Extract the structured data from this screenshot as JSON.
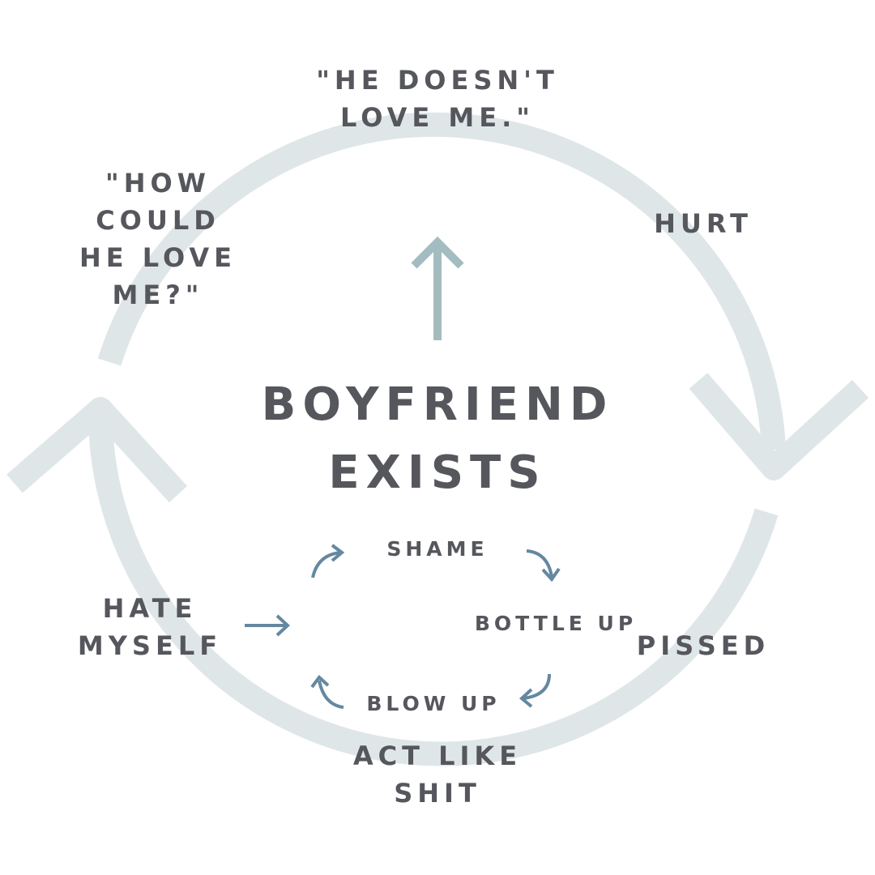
{
  "center_title": {
    "line1": "BOYFRIEND",
    "line2": "EXISTS"
  },
  "outer_cycle": [
    {
      "id": "he-doesnt-love-me",
      "lines": [
        "\"HE DOESN'T",
        "LOVE ME.\""
      ]
    },
    {
      "id": "hurt",
      "lines": [
        "HURT"
      ]
    },
    {
      "id": "pissed",
      "lines": [
        "PISSED"
      ]
    },
    {
      "id": "act-like-shit",
      "lines": [
        "ACT LIKE",
        "SHIT"
      ]
    },
    {
      "id": "hate-myself",
      "lines": [
        "HATE",
        "MYSELF"
      ]
    },
    {
      "id": "how-could-he-love-me",
      "lines": [
        "\"HOW",
        "COULD",
        "HE LOVE",
        "ME?\""
      ]
    }
  ],
  "inner_cycle": [
    {
      "id": "shame",
      "label": "SHAME"
    },
    {
      "id": "bottle-up",
      "label": "BOTTLE UP"
    },
    {
      "id": "blow-up",
      "label": "BLOW UP"
    }
  ],
  "colors": {
    "outer_ring": "#dfe6e8",
    "up_arrow": "#a3bcbf",
    "inner_arrows": "#6488a0",
    "text": "#55575d"
  },
  "icons": {
    "outer_arrowheads": "chevron-arrowhead-icon",
    "center_arrow": "arrow-up-icon",
    "inner_arrows": "curved-arrow-icon",
    "entry_arrow": "arrow-right-icon"
  }
}
